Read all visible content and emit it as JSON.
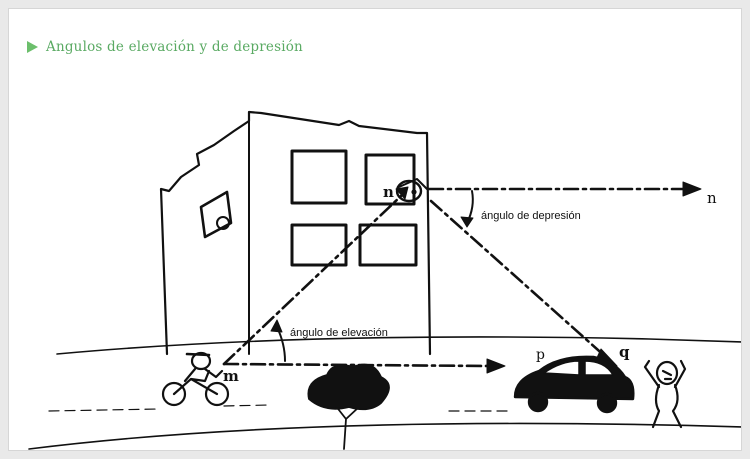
{
  "heading": {
    "text": "Angulos de elevación y de depresión",
    "color": "#5aaa63",
    "marker": "play-triangle-icon"
  },
  "labels": {
    "elevation": "ángulo de elevación",
    "depression": "ángulo de depresión"
  },
  "points": {
    "m": "m",
    "n_window": "n",
    "n_horizon": "n",
    "p": "p",
    "q": "q"
  },
  "colors": {
    "ink": "#111111",
    "accent": "#6cbf6c",
    "background": "#ffffff"
  }
}
